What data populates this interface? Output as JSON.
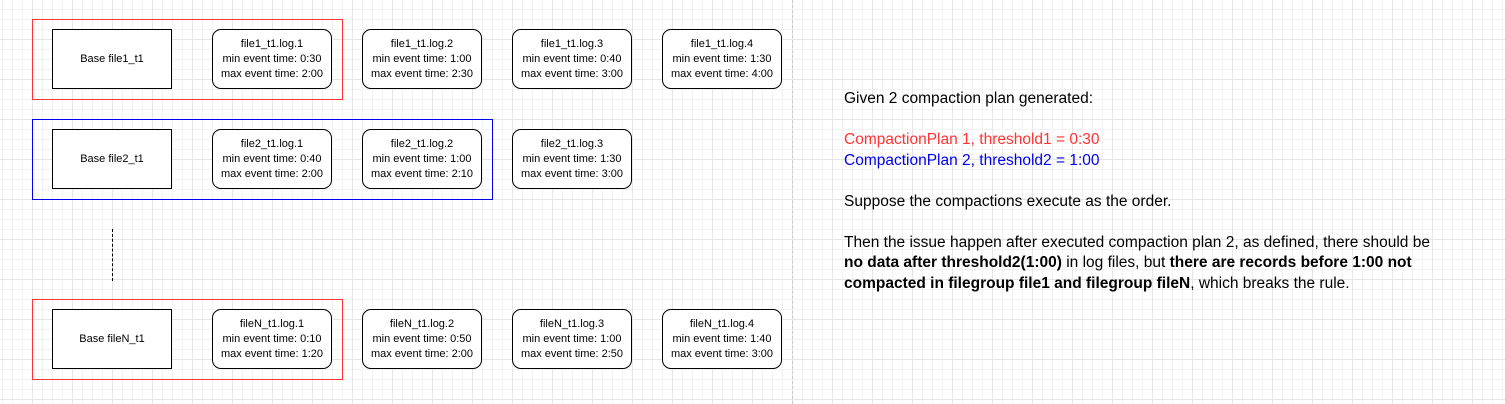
{
  "colors": {
    "group1_frame": "#ff3333",
    "group2_frame": "#0000ee",
    "groupN_frame": "#ff3333",
    "plan1_text": "#ff3333",
    "plan2_text": "#0000ee"
  },
  "groups": {
    "g1": {
      "base": "Base file1_t1",
      "logs": [
        {
          "name": "file1_t1.log.1",
          "min": "min event time: 0:30",
          "max": "max event time: 2:00"
        },
        {
          "name": "file1_t1.log.2",
          "min": "min event time: 1:00",
          "max": "max event time: 2:30"
        },
        {
          "name": "file1_t1.log.3",
          "min": "min event time: 0:40",
          "max": "max event time: 3:00"
        },
        {
          "name": "file1_t1.log.4",
          "min": "min event time: 1:30",
          "max": "max event time: 4:00"
        }
      ]
    },
    "g2": {
      "base": "Base file2_t1",
      "logs": [
        {
          "name": "file2_t1.log.1",
          "min": "min event time: 0:40",
          "max": "max event time: 2:00"
        },
        {
          "name": "file2_t1.log.2",
          "min": "min event time: 1:00",
          "max": "max event time: 2:10"
        },
        {
          "name": "file2_t1.log.3",
          "min": "min event time: 1:30",
          "max": "max event time: 3:00"
        }
      ]
    },
    "gN": {
      "base": "Base fileN_t1",
      "logs": [
        {
          "name": "fileN_t1.log.1",
          "min": "min event time: 0:10",
          "max": "max event time: 1:20"
        },
        {
          "name": "fileN_t1.log.2",
          "min": "min event time: 0:50",
          "max": "max event time: 2:00"
        },
        {
          "name": "fileN_t1.log.3",
          "min": "min event time: 1:00",
          "max": "max event time: 2:50"
        },
        {
          "name": "fileN_t1.log.4",
          "min": "min event time: 1:40",
          "max": "max event time: 3:00"
        }
      ]
    }
  },
  "notes": {
    "heading": "Given 2 compaction plan generated:",
    "plan1": "CompactionPlan 1, threshold1 = 0:30",
    "plan2": "CompactionPlan 2, threshold2 = 1:00",
    "suppose": "Suppose the compactions execute as the order.",
    "issue": {
      "part1": "Then the issue happen after executed compaction plan 2, as defined, there should be ",
      "bold1": "no data after threshold2(1:00)",
      "part2": " in log files, but ",
      "bold2": "there are records before 1:00 not compacted in filegroup file1 and filegroup fileN",
      "part3": ", which breaks the rule."
    }
  }
}
